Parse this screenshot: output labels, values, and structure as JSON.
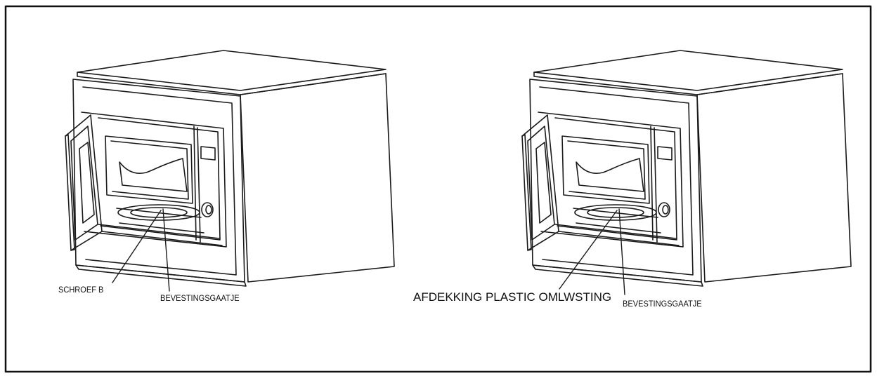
{
  "diagram": {
    "left_figure": {
      "label_screw": "SCHROEF B",
      "label_hole": "BEVESTINGSGAATJE"
    },
    "right_figure": {
      "label_cover": "AFDEKKING PLASTIC OMLWSTING",
      "label_hole": "BEVESTINGSGAATJE"
    },
    "colors": {
      "line": "#1a1a1a",
      "frame": "#111111",
      "background": "#ffffff"
    }
  }
}
